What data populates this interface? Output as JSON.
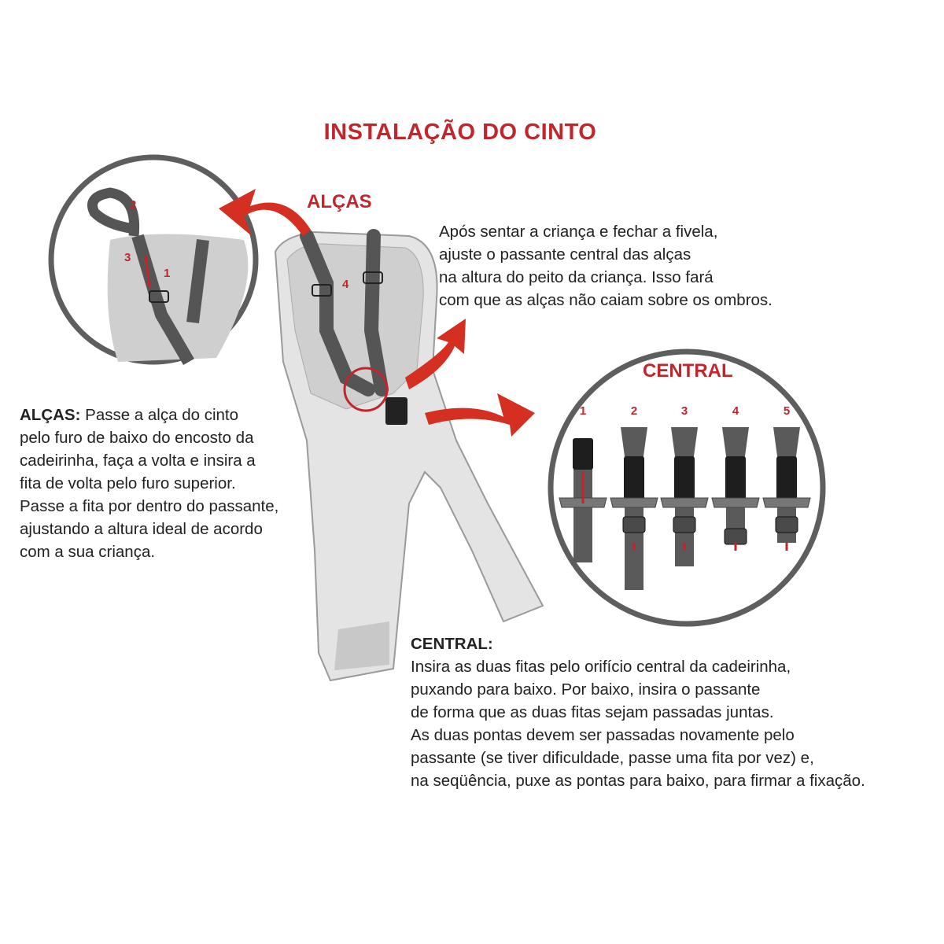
{
  "title": "INSTALAÇÃO DO CINTO",
  "alcas_label": "ALÇAS",
  "central_label": "CENTRAL",
  "intro": {
    "lines": [
      "Após sentar a criança e fechar a fivela,",
      "ajuste o passante central das alças",
      "na altura do peito da criança. Isso fará",
      "com que as alças não caiam sobre os ombros."
    ]
  },
  "alcas_instructions": {
    "heading": "ALÇAS:",
    "lines": [
      "Passe a alça do cinto",
      "pelo furo de baixo do encosto da",
      "cadeirinha, faça a volta e insira a",
      "fita de volta pelo furo superior.",
      "Passe a fita por dentro do passante,",
      "ajustando a altura ideal de acordo",
      "com a sua criança."
    ]
  },
  "central_instructions": {
    "heading": "CENTRAL:",
    "lines": [
      "Insira as duas fitas pelo orifício central da cadeirinha,",
      "puxando para baixo. Por baixo, insira o passante",
      "de forma que as duas fitas sejam passadas juntas.",
      "As duas pontas devem ser passadas novamente pelo",
      "passante (se tiver dificuldade, passe uma fita por vez) e,",
      "na seqüência, puxe as pontas para baixo, para firmar a fixação."
    ]
  },
  "alcas_steps": [
    "1",
    "2",
    "3"
  ],
  "seat_step": "4",
  "central_steps": [
    "1",
    "2",
    "3",
    "4",
    "5"
  ],
  "colors": {
    "accent": "#c0262c",
    "strap": "#5a5a5a",
    "seat": "#d6d6d6",
    "ring": "#5e5e5e"
  }
}
